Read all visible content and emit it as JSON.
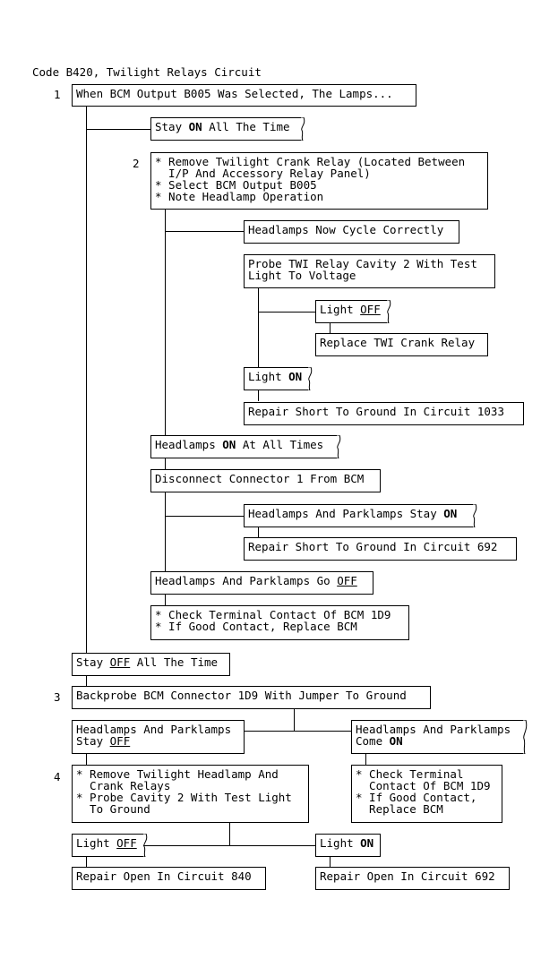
{
  "title": "Code B420, Twilight Relays Circuit",
  "step_numbers": {
    "s1": "1",
    "s2": "2",
    "s3": "3",
    "s4": "4"
  },
  "nodes": {
    "n1": {
      "parts": [
        [
          "When BCM Output B005 Was Selected, The Lamps...",
          ""
        ]
      ]
    },
    "n2": {
      "parts": [
        [
          "Stay ",
          ""
        ],
        [
          "ON",
          "b"
        ],
        [
          " All The Time",
          ""
        ]
      ]
    },
    "n3": {
      "parts": [
        [
          "* Remove Twilight Crank Relay (Located Between\n  I/P And Accessory Relay Panel)\n* Select BCM Output B005\n* Note Headlamp Operation",
          ""
        ]
      ]
    },
    "n4": {
      "parts": [
        [
          "Headlamps Now Cycle Correctly",
          ""
        ]
      ]
    },
    "n5": {
      "parts": [
        [
          "Probe TWI Relay Cavity 2 With Test\nLight To Voltage",
          ""
        ]
      ]
    },
    "n6": {
      "parts": [
        [
          "Light ",
          ""
        ],
        [
          "OFF",
          "u"
        ]
      ]
    },
    "n7": {
      "parts": [
        [
          "Replace TWI Crank Relay",
          ""
        ]
      ]
    },
    "n8": {
      "parts": [
        [
          "Light ",
          ""
        ],
        [
          "ON",
          "b"
        ]
      ]
    },
    "n9": {
      "parts": [
        [
          "Repair Short To Ground In Circuit 1033",
          ""
        ]
      ]
    },
    "n10": {
      "parts": [
        [
          "Headlamps ",
          ""
        ],
        [
          "ON",
          "b"
        ],
        [
          " At All Times",
          ""
        ]
      ]
    },
    "n11": {
      "parts": [
        [
          "Disconnect Connector 1 From BCM",
          ""
        ]
      ]
    },
    "n12": {
      "parts": [
        [
          "Headlamps And Parklamps Stay ",
          ""
        ],
        [
          "ON",
          "b"
        ]
      ]
    },
    "n13": {
      "parts": [
        [
          "Repair Short To Ground In Circuit 692",
          ""
        ]
      ]
    },
    "n14": {
      "parts": [
        [
          "Headlamps And Parklamps Go ",
          ""
        ],
        [
          "OFF",
          "u"
        ]
      ]
    },
    "n15": {
      "parts": [
        [
          "* Check Terminal Contact Of BCM 1D9\n* If Good Contact, Replace BCM",
          ""
        ]
      ]
    },
    "n16": {
      "parts": [
        [
          "Stay ",
          ""
        ],
        [
          "OFF",
          "u"
        ],
        [
          " All The Time",
          ""
        ]
      ]
    },
    "n17": {
      "parts": [
        [
          "Backprobe BCM Connector 1D9 With Jumper To Ground",
          ""
        ]
      ]
    },
    "n18": {
      "parts": [
        [
          "Headlamps And Parklamps\nStay ",
          ""
        ],
        [
          "OFF",
          "u"
        ]
      ]
    },
    "n19": {
      "parts": [
        [
          "Headlamps And Parklamps\nCome ",
          ""
        ],
        [
          "ON",
          "b"
        ]
      ]
    },
    "n20": {
      "parts": [
        [
          "* Remove Twilight Headlamp And\n  Crank Relays\n* Probe Cavity 2 With Test Light\n  To Ground",
          ""
        ]
      ]
    },
    "n21": {
      "parts": [
        [
          "* Check Terminal\n  Contact Of BCM 1D9\n* If Good Contact,\n  Replace BCM",
          ""
        ]
      ]
    },
    "n22": {
      "parts": [
        [
          "Light ",
          ""
        ],
        [
          "OFF",
          "u"
        ]
      ]
    },
    "n23": {
      "parts": [
        [
          "Light ",
          ""
        ],
        [
          "ON",
          "b"
        ]
      ]
    },
    "n24": {
      "parts": [
        [
          "Repair Open In Circuit 840",
          ""
        ]
      ]
    },
    "n25": {
      "parts": [
        [
          "Repair Open In Circuit 692",
          ""
        ]
      ]
    }
  }
}
